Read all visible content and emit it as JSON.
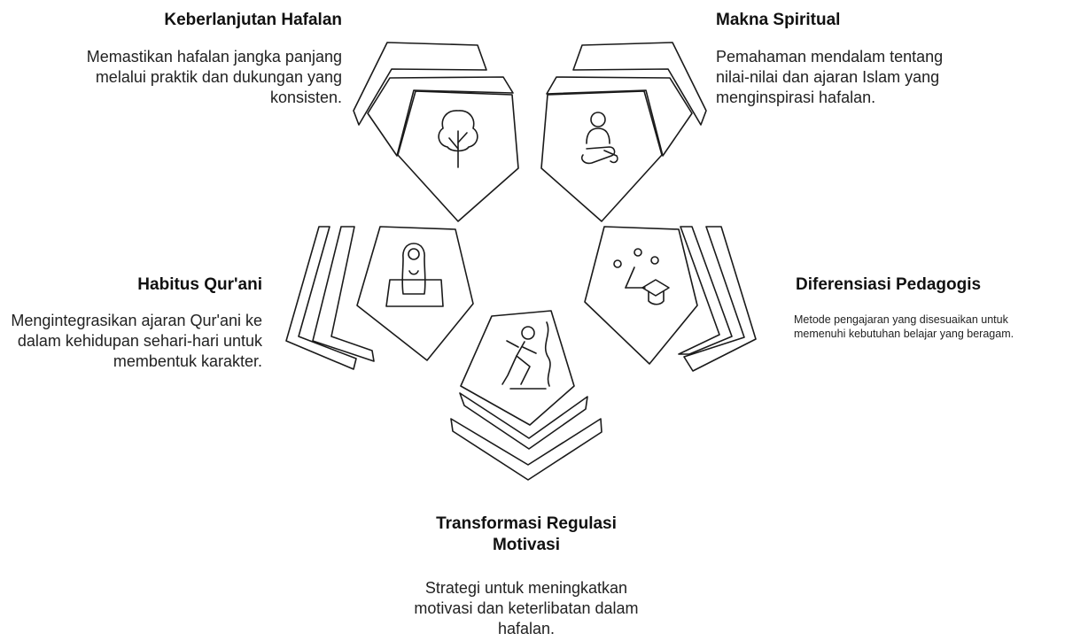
{
  "segments": [
    {
      "title": "Keberlanjutan Hafalan",
      "description": "Memastikan hafalan jangka panjang melalui praktik dan dukungan yang konsisten.",
      "icon": "tree-icon"
    },
    {
      "title": "Makna Spiritual",
      "description": "Pemahaman mendalam tentang nilai-nilai dan ajaran Islam yang menginspirasi hafalan.",
      "icon": "meditation-icon"
    },
    {
      "title": "Diferensiasi Pedagogis",
      "description": "Metode pengajaran yang disesuaikan untuk memenuhi kebutuhan belajar yang beragam.",
      "icon": "graduation-cap-icon"
    },
    {
      "title": "Transformasi Regulasi Motivasi",
      "description": "Strategi untuk meningkatkan motivasi dan keterlibatan dalam hafalan.",
      "icon": "climber-icon"
    },
    {
      "title": "Habitus Qur'ani",
      "description": "Mengintegrasikan ajaran Qur'ani ke dalam kehidupan sehari-hari untuk membentuk karakter.",
      "icon": "prayer-mat-icon"
    }
  ]
}
